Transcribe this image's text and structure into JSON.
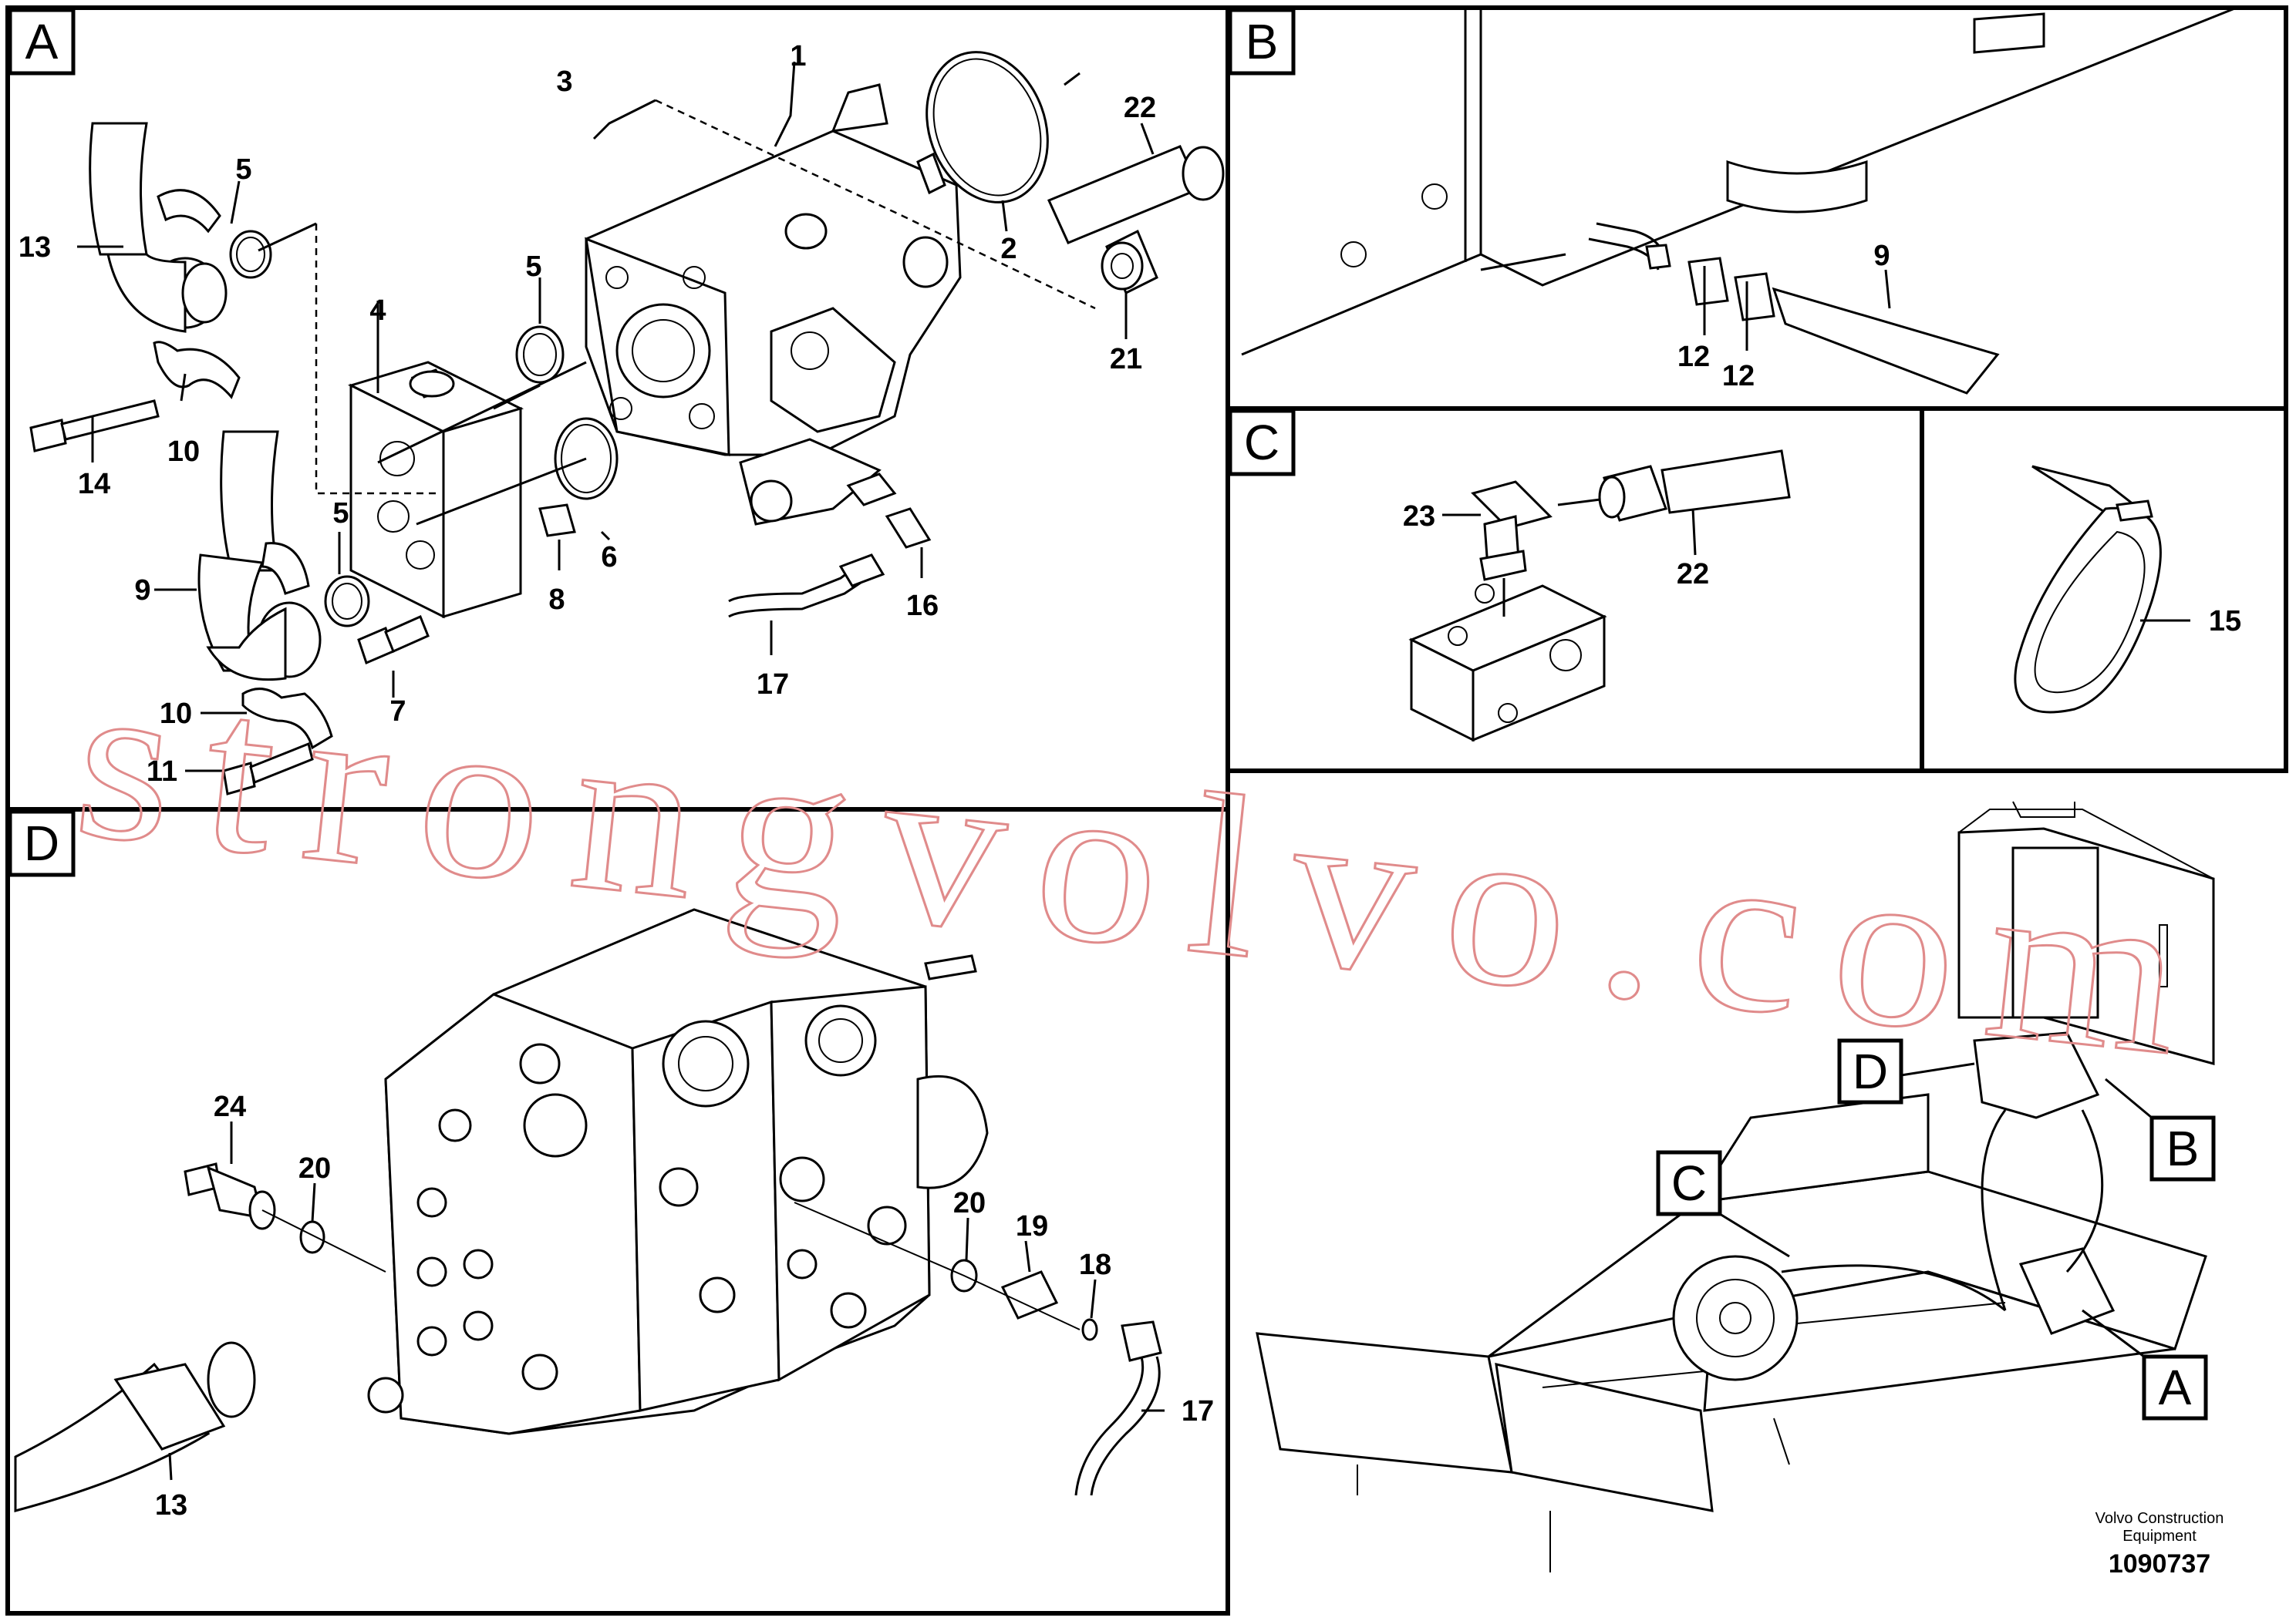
{
  "panels": {
    "a": "A",
    "b": "B",
    "c": "C",
    "d": "D"
  },
  "callouts": {
    "a1": "1",
    "a2": "2",
    "a3": "3",
    "a4": "4",
    "a5_top": "5",
    "a5_mid": "5",
    "a5_low": "5",
    "a6": "6",
    "a7": "7",
    "a8": "8",
    "a9": "9",
    "a10_top": "10",
    "a10_low": "10",
    "a11": "11",
    "a13": "13",
    "a14": "14",
    "a16": "16",
    "a17": "17",
    "a21": "21",
    "a22": "22",
    "b9": "9",
    "b12_left": "12",
    "b12_right": "12",
    "c23": "23",
    "c22": "22",
    "c15": "15",
    "d24": "24",
    "d20_left": "20",
    "d20_right": "20",
    "d19": "19",
    "d18": "18",
    "d17": "17",
    "d13": "13"
  },
  "overview": {
    "label_a": "A",
    "label_b": "B",
    "label_c": "C",
    "label_d": "D"
  },
  "watermark": "strongvolvo.com",
  "footer": {
    "brand_line1": "Volvo Construction",
    "brand_line2": "Equipment",
    "doc_number": "1090737"
  }
}
